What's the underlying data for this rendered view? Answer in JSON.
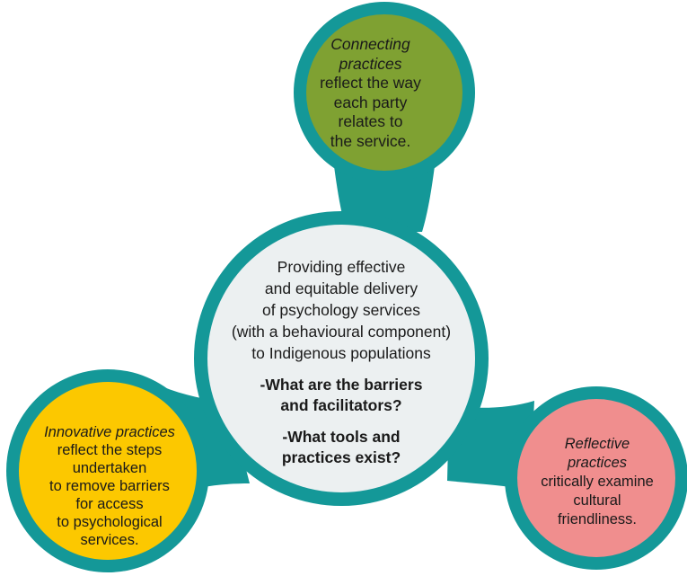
{
  "colors": {
    "teal_ring": "#149898",
    "green_fill": "#7fa132",
    "center_fill": "#ecf0f1",
    "yellow_fill": "#fcc800",
    "pink_fill": "#f08e8e"
  },
  "top_node": {
    "lines": [
      {
        "text": "Connecting",
        "italic": true
      },
      {
        "text": "practices",
        "italic": true
      },
      {
        "text": "reflect the way"
      },
      {
        "text": "each party"
      },
      {
        "text": "relates to"
      },
      {
        "text": "the service."
      }
    ]
  },
  "center_node": {
    "lines": [
      "Providing effective",
      "and equitable delivery",
      "of psychology services",
      "(with a behavioural component)",
      "to Indigenous populations"
    ],
    "question_1": [
      "-What are the barriers",
      "and facilitators?"
    ],
    "question_2": [
      "-What tools and",
      "practices exist?"
    ]
  },
  "left_node": {
    "lines": [
      {
        "text": "Innovative practices",
        "italic": true
      },
      {
        "text": "reflect the steps"
      },
      {
        "text": "undertaken"
      },
      {
        "text": "to remove barriers"
      },
      {
        "text": "for access"
      },
      {
        "text": "to psychological"
      },
      {
        "text": "services."
      }
    ]
  },
  "right_node": {
    "lines": [
      {
        "text": "Reflective",
        "italic": true
      },
      {
        "text": "practices",
        "italic": true
      },
      {
        "text": "critically examine"
      },
      {
        "text": "cultural"
      },
      {
        "text": "friendliness."
      }
    ]
  }
}
